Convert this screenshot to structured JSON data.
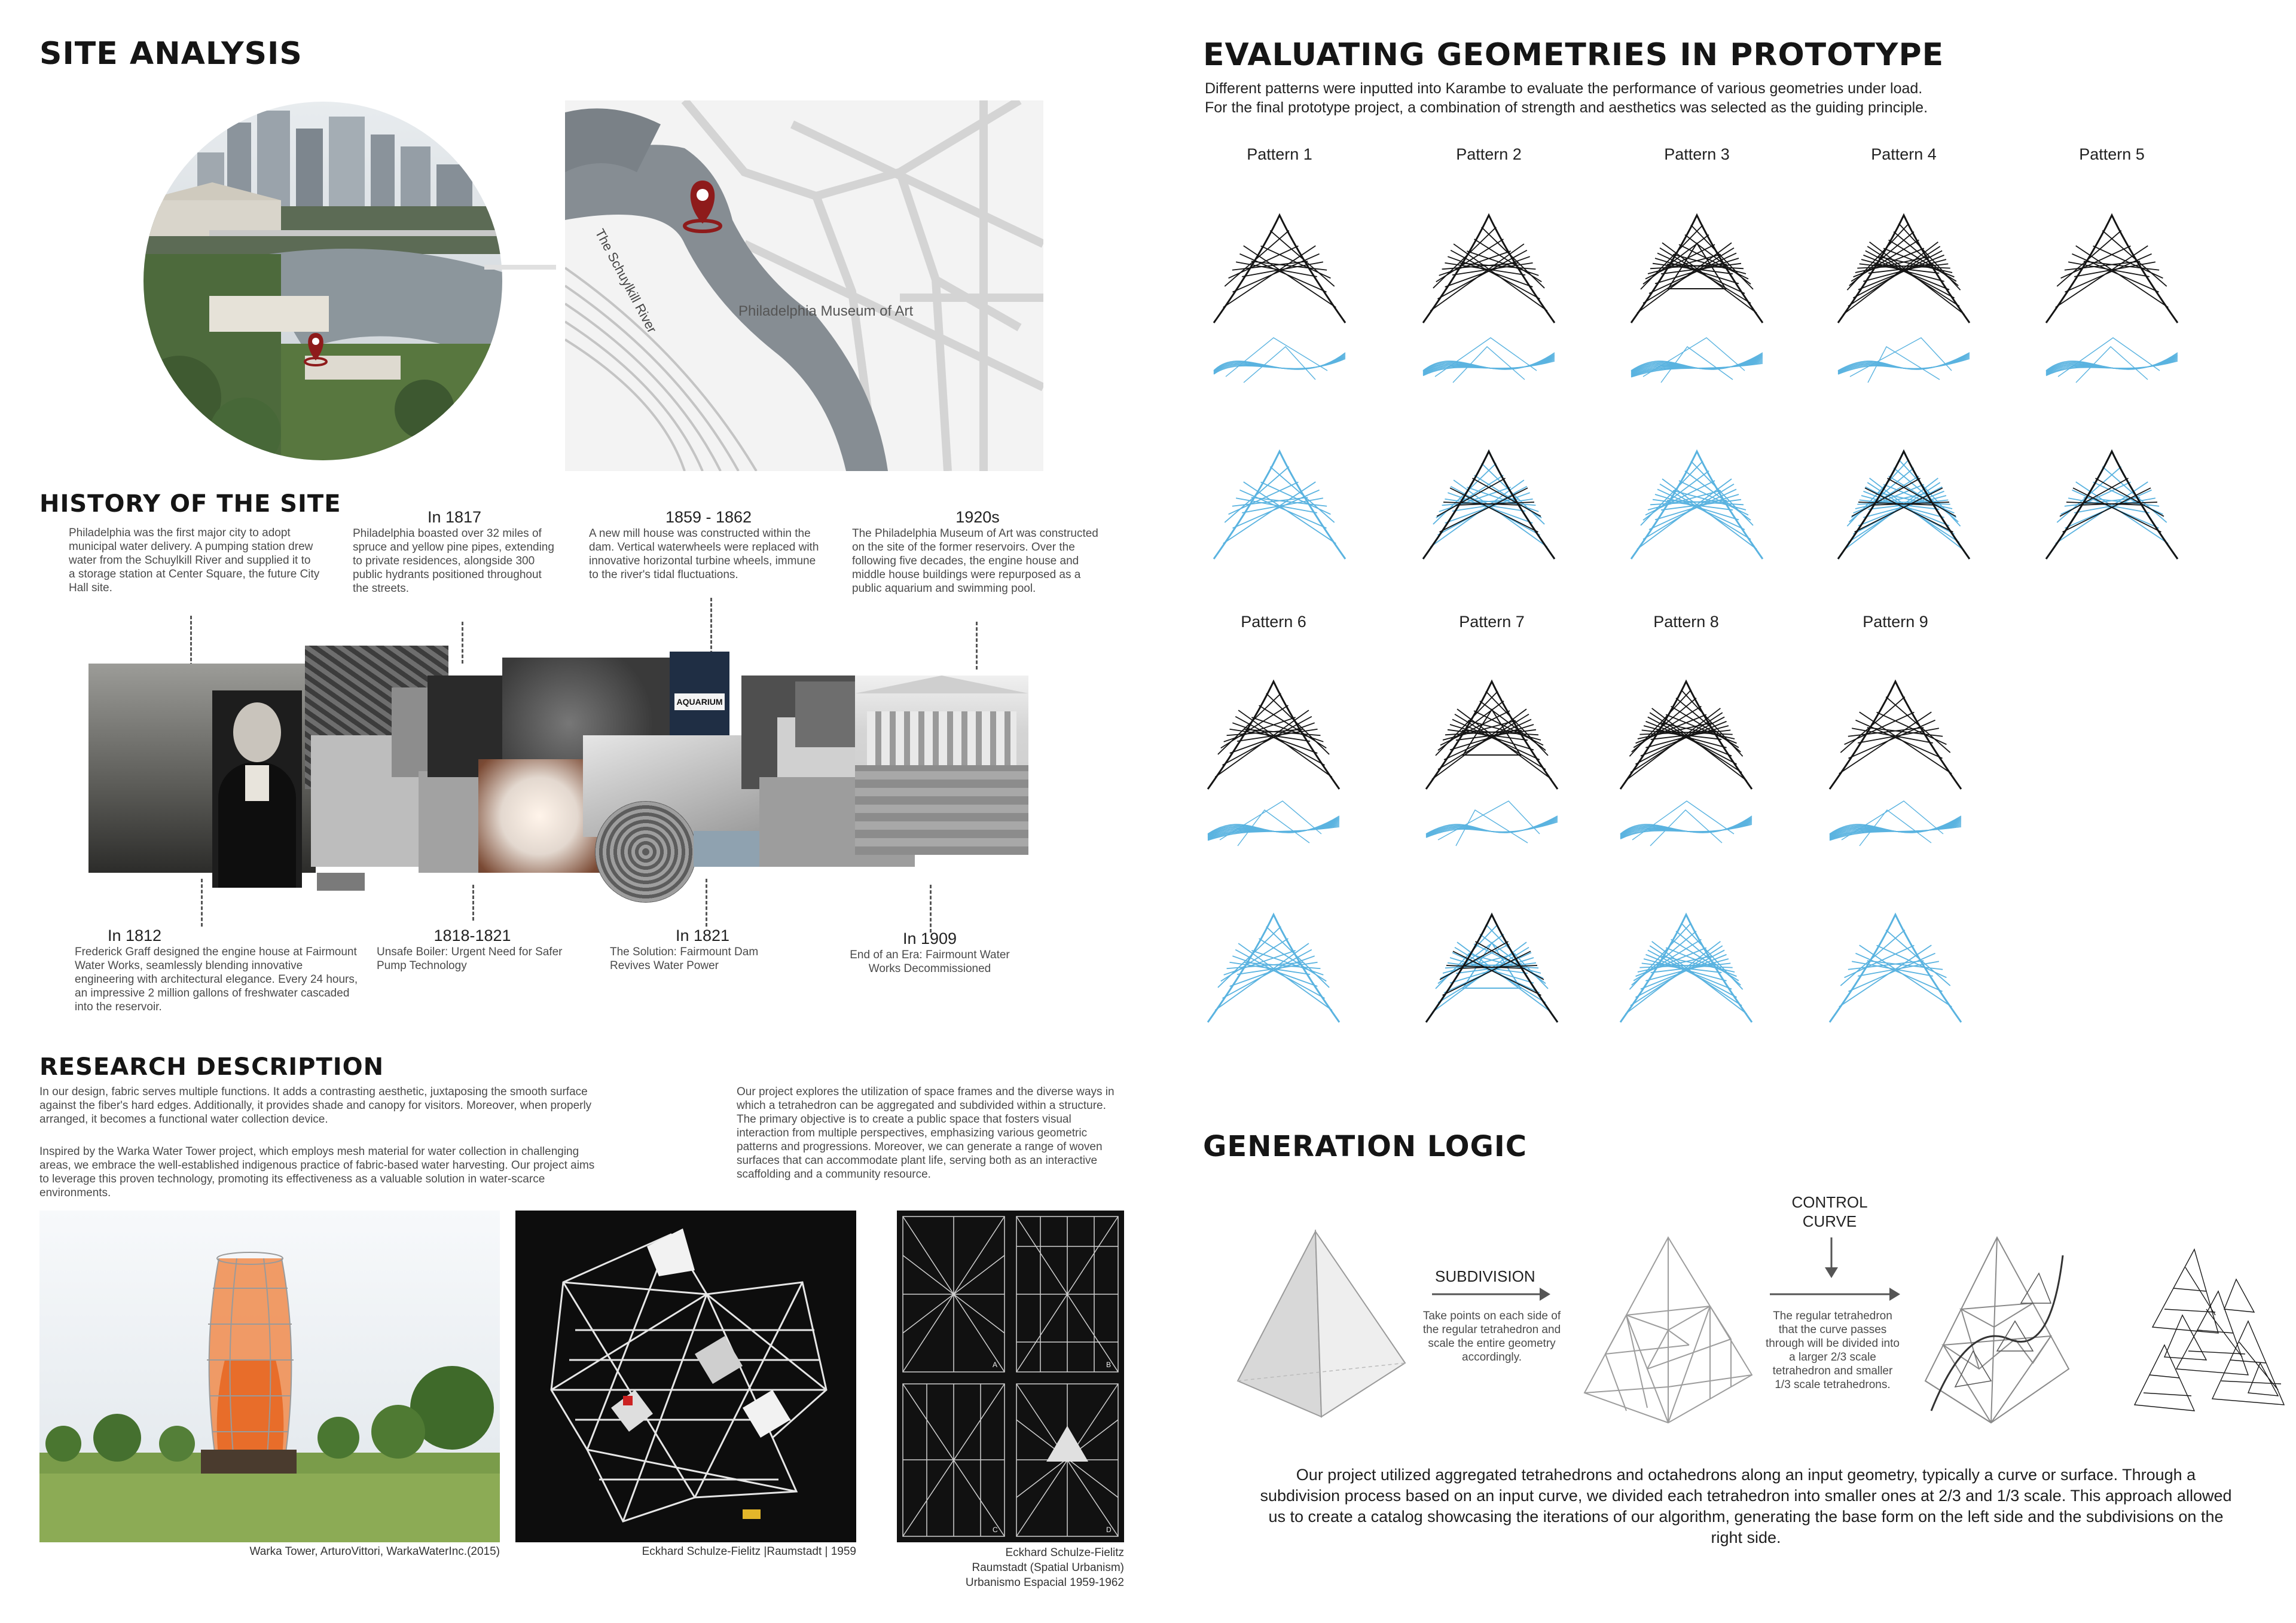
{
  "site": {
    "title": "SITE ANALYSIS",
    "map_river": "The Schuylkill River",
    "map_museum": "Philadelphia Museum of Art"
  },
  "history": {
    "title": "HISTORY OF THE SITE",
    "top": [
      {
        "year": "",
        "text": "Philadelphia was the first major city to adopt municipal water delivery. A pumping station drew water from the Schuylkill River and supplied it to a storage station at Center Square, the future City Hall site."
      },
      {
        "year": "In 1817",
        "text": "Philadelphia boasted over 32 miles of spruce and yellow pine pipes, extending to private residences, alongside 300 public hydrants positioned throughout the streets."
      },
      {
        "year": "1859 - 1862",
        "text": "A new mill house was constructed within the dam. Vertical waterwheels were replaced with innovative horizontal turbine wheels, immune to the river's tidal fluctuations."
      },
      {
        "year": "1920s",
        "text": "The Philadelphia Museum of Art was constructed on the site of the former reservoirs. Over the following five decades, the engine house and middle house buildings were repurposed as a public aquarium and swimming pool."
      }
    ],
    "bottom": [
      {
        "year": "In 1812",
        "text": "Frederick Graff designed the engine house at Fairmount Water Works, seamlessly blending innovative engineering with architectural elegance. Every 24 hours, an impressive 2 million gallons of freshwater cascaded into the reservoir."
      },
      {
        "year": "1818-1821",
        "text": "Unsafe Boiler: Urgent Need for Safer Pump Technology"
      },
      {
        "year": "In 1821",
        "text": "The Solution: Fairmount Dam Revives Water Power"
      },
      {
        "year": "In 1909",
        "text": "End of an Era: Fairmount Water Works Decommissioned"
      }
    ],
    "aquarium_sign": "AQUARIUM"
  },
  "research": {
    "title": "RESEARCH DESCRIPTION",
    "p1": "In our design, fabric serves multiple functions. It adds a contrasting aesthetic, juxtaposing the smooth surface against the fiber's hard edges. Additionally, it provides shade and canopy for visitors. Moreover, when properly arranged, it becomes a functional water collection device.",
    "p2": "Inspired by the Warka Water Tower project, which employs mesh material for water collection in challenging areas, we embrace the well-established indigenous practice of fabric-based water harvesting. Our project aims to leverage this proven technology, promoting its effectiveness as a valuable solution in water-scarce environments.",
    "p3": "Our project explores the utilization of space frames and the diverse ways in which a tetrahedron can be aggregated and subdivided within a structure. The primary objective is to create a public space that fosters visual interaction from multiple perspectives, emphasizing various geometric patterns and progressions. Moreover, we can generate a range of woven surfaces that can accommodate plant life, serving both as an interactive scaffolding and a community resource.",
    "captions": [
      "Warka Tower, ArturoVittori, WarkaWaterInc.(2015)",
      "Eckhard Schulze-Fielitz |Raumstadt | 1959",
      "Eckhard Schulze-Fielitz",
      "Raumstadt (Spatial Urbanism)",
      "Urbanismo Espacial 1959-1962"
    ],
    "grid_letters": [
      "A",
      "B",
      "C",
      "D"
    ]
  },
  "evaluating": {
    "title": "EVALUATING GEOMETRIES IN PROTOTYPE",
    "line1": "Different patterns were inputted into Karambe to evaluate the performance of various geometries under load.",
    "line2": "For the final prototype project, a combination of strength and aesthetics was selected as the guiding principle.",
    "patterns_row1": [
      "Pattern 1",
      "Pattern 2",
      "Pattern 3",
      "Pattern 4",
      "Pattern 5"
    ],
    "patterns_row2": [
      "Pattern 6",
      "Pattern 7",
      "Pattern 8",
      "Pattern 9"
    ]
  },
  "generation": {
    "title": "GENERATION LOGIC",
    "subdivision": "SUBDIVISION",
    "subdivision_text": "Take points on each side of the regular tetrahedron and scale the entire geometry accordingly.",
    "control1": "CONTROL",
    "control2": "CURVE",
    "control_text": "The regular tetrahedron that the curve passes through will be divided into a larger 2/3 scale tetrahedron and smaller 1/3 scale tetrahedrons.",
    "summary": "Our project utilized aggregated tetrahedrons and octahedrons along an input geometry, typically a curve or surface. Through a subdivision process based on an input curve, we divided each tetrahedron into smaller ones at 2/3 and 1/3 scale. This approach allowed us to create a catalog showcasing the iterations of our algorithm, generating the base form on the left side and the subdivisions on the right side."
  },
  "colors": {
    "accent_red": "#8e1b1b",
    "analysis_blue": "#5ab3e0",
    "ink": "#151515"
  },
  "icons": [
    "location-pin-icon",
    "arrow-right-icon",
    "arrow-down-icon"
  ]
}
